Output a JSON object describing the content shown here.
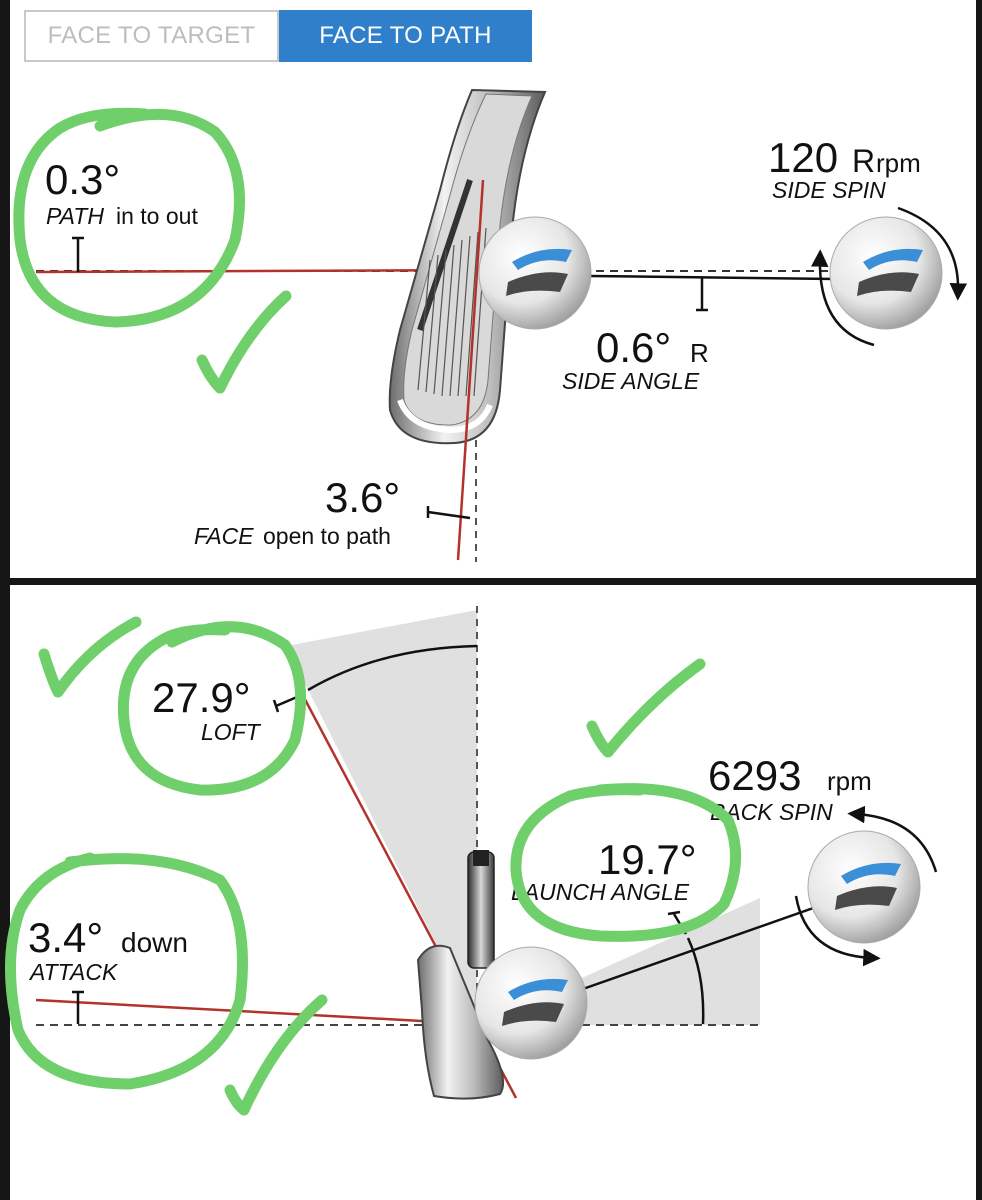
{
  "toggle": {
    "face_to_target": "FACE TO TARGET",
    "face_to_path": "FACE TO PATH",
    "active": "face_to_path"
  },
  "top_panel": {
    "path": {
      "value": "0.3°",
      "label": "PATH",
      "suffix": "in to out"
    },
    "face": {
      "value": "3.6°",
      "label": "FACE",
      "suffix": "open to path"
    },
    "side_angle": {
      "value": "0.6°",
      "unit": "R",
      "label": "SIDE ANGLE"
    },
    "side_spin": {
      "value": "120",
      "unit_dir": "R",
      "unit": "rpm",
      "label": "SIDE SPIN"
    }
  },
  "bottom_panel": {
    "loft": {
      "value": "27.9°",
      "label": "LOFT"
    },
    "attack": {
      "value": "3.4°",
      "suffix": "down",
      "label": "ATTACK"
    },
    "launch_angle": {
      "value": "19.7°",
      "label": "LAUNCH ANGLE"
    },
    "back_spin": {
      "value": "6293",
      "unit": "rpm",
      "label": "BACK SPIN"
    }
  },
  "colors": {
    "accent_blue": "#2f7fcb",
    "red_line": "#b3322a",
    "annotation_green": "#6fcf6a",
    "wedge_gray": "#e0e0e0"
  }
}
